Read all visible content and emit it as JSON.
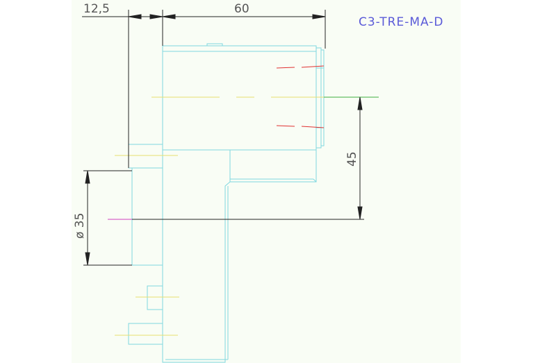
{
  "drawing": {
    "title": "C3-TRE-MA-D",
    "dimensions": {
      "top_left": "12,5",
      "top_width": "60",
      "right_height": "45",
      "left_diameter": "ø 35"
    }
  },
  "colors": {
    "background": "#f9fdf5",
    "outline": "#7fd8e0",
    "dimension": "#222222",
    "centerline_yellow": "#e8e070",
    "centerline_red": "#e03030",
    "centerline_green": "#40b040",
    "centerline_magenta": "#d040c0",
    "title": "#5a5ad8"
  }
}
